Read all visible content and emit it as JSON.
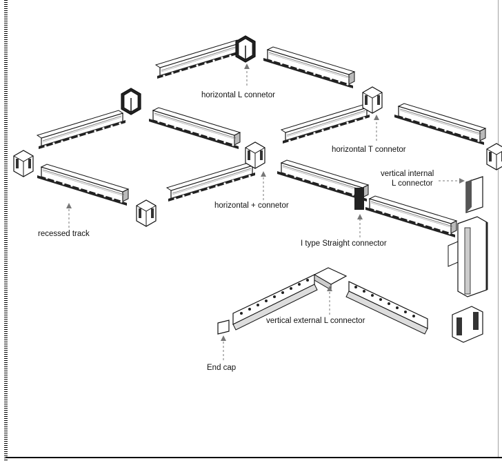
{
  "labels": {
    "horizontal_l": "horizontal  L  connetor",
    "horizontal_t": "horizontal  T  connetor",
    "vertical_internal_line1": "vertical  internal",
    "vertical_internal_line2": "L connector",
    "horizontal_plus": "horizontal  +  connetor",
    "recessed_track": "recessed  track",
    "i_type": "I  type  Straight  connector",
    "vertical_external_l": "vertical  external  L  connector",
    "end_cap": "End cap"
  }
}
